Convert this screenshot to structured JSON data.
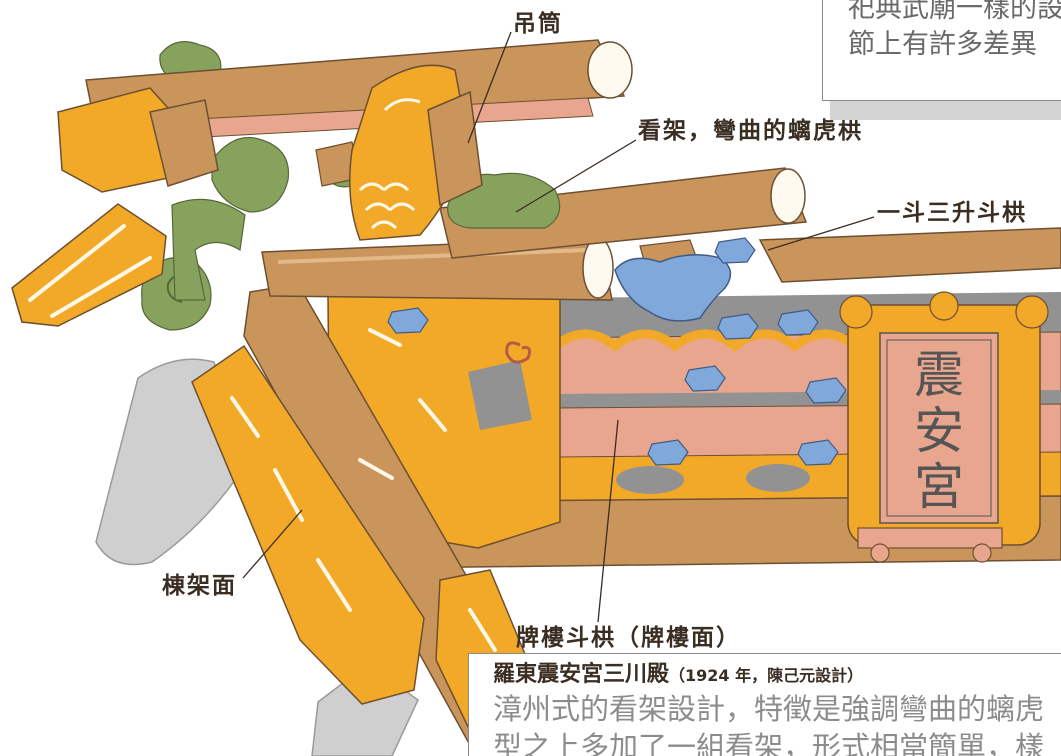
{
  "callouts": {
    "diaotong": "吊筒",
    "kanjia": "看架，彎曲的螭虎栱",
    "dougong": "一斗三升斗栱",
    "dongjia": "棟架面",
    "pailou": "牌樓斗栱（牌樓面）"
  },
  "top_note": {
    "lines": [
      "祀典武廟一樣的設",
      "節上有許多差異"
    ]
  },
  "caption": {
    "title": "羅東震安宮三川殿",
    "subtitle": "（1924 年，陳己元設計）",
    "body_lines": [
      "漳州式的看架設計，特徵是強調彎曲的螭虎",
      "型之上多加了一組看架，形式相當簡單，樣"
    ]
  },
  "plaque": {
    "chars": [
      "震",
      "安",
      "宮"
    ]
  },
  "palette": {
    "beam": "#c9955a",
    "beam_end": "#fffaf0",
    "orange": "#f3a928",
    "green": "#86a25c",
    "pink": "#e9a68e",
    "blue": "#80a8db",
    "gray": "#cfcfcf",
    "slate": "#929292"
  }
}
